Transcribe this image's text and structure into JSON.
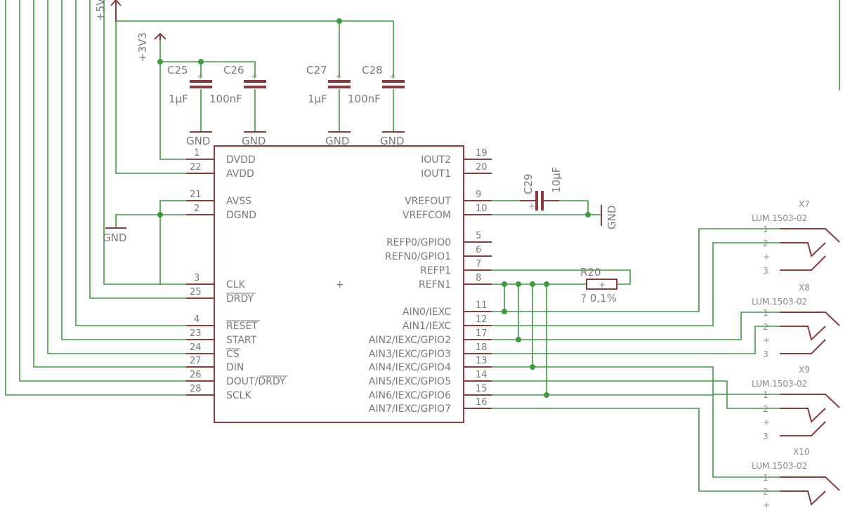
{
  "chip": {
    "center_mark": "+",
    "left_pins": [
      {
        "num": "1",
        "name": "DVDD"
      },
      {
        "num": "22",
        "name": "AVDD"
      },
      {
        "num": "21",
        "name": "AVSS"
      },
      {
        "num": "2",
        "name": "DGND"
      },
      {
        "num": "3",
        "name": "CLK"
      },
      {
        "num": "25",
        "name": "DRDY"
      },
      {
        "num": "4",
        "name": "RESET"
      },
      {
        "num": "23",
        "name": "START"
      },
      {
        "num": "24",
        "name": "CS"
      },
      {
        "num": "27",
        "name": "DIN"
      },
      {
        "num": "26",
        "name": "DOUT/DRDY"
      },
      {
        "num": "28",
        "name": "SCLK"
      }
    ],
    "right_pins": [
      {
        "num": "19",
        "name": "IOUT2"
      },
      {
        "num": "20",
        "name": "IOUT1"
      },
      {
        "num": "9",
        "name": "VREFOUT"
      },
      {
        "num": "10",
        "name": "VREFCOM"
      },
      {
        "num": "5",
        "name": "REFP0/GPIO0"
      },
      {
        "num": "6",
        "name": "REFN0/GPIO1"
      },
      {
        "num": "7",
        "name": "REFP1"
      },
      {
        "num": "8",
        "name": "REFN1"
      },
      {
        "num": "11",
        "name": "AIN0/IEXC"
      },
      {
        "num": "12",
        "name": "AIN1/IEXC"
      },
      {
        "num": "17",
        "name": "AIN2/IEXC/GPIO2"
      },
      {
        "num": "18",
        "name": "AIN3/IEXC/GPIO3"
      },
      {
        "num": "13",
        "name": "AIN4/IEXC/GPIO4"
      },
      {
        "num": "14",
        "name": "AIN5/IEXC/GPIO5"
      },
      {
        "num": "15",
        "name": "AIN6/IEXC/GPIO6"
      },
      {
        "num": "16",
        "name": "AIN7/IEXC/GPIO7"
      }
    ]
  },
  "power": {
    "v5": "+5V",
    "v3": "+3V3",
    "gnd": [
      "GND",
      "GND",
      "GND",
      "GND",
      "GND",
      "GND"
    ]
  },
  "capacitors": [
    {
      "name": "C25",
      "value": "1µF"
    },
    {
      "name": "C26",
      "value": "100nF"
    },
    {
      "name": "C27",
      "value": "1µF"
    },
    {
      "name": "C28",
      "value": "100nF"
    },
    {
      "name": "C29",
      "value": "10µF"
    }
  ],
  "resistor": {
    "name": "R20",
    "value": "? 0,1%",
    "mark": "+"
  },
  "connectors": [
    {
      "name": "X7",
      "part": "LUM.1503-02",
      "pins": [
        "1",
        "2",
        "+",
        "3"
      ]
    },
    {
      "name": "X8",
      "part": "LUM.1503-02",
      "pins": [
        "1",
        "2",
        "+",
        "3"
      ]
    },
    {
      "name": "X9",
      "part": "LUM.1503-02",
      "pins": [
        "1",
        "2",
        "+",
        "3"
      ]
    },
    {
      "name": "X10",
      "part": "LUM.1503-02",
      "pins": [
        "1",
        "2",
        "+"
      ]
    }
  ],
  "colors": {
    "wire": "#3f9a3f",
    "part": "#8a3b3b",
    "text": "#7a7a7a"
  }
}
